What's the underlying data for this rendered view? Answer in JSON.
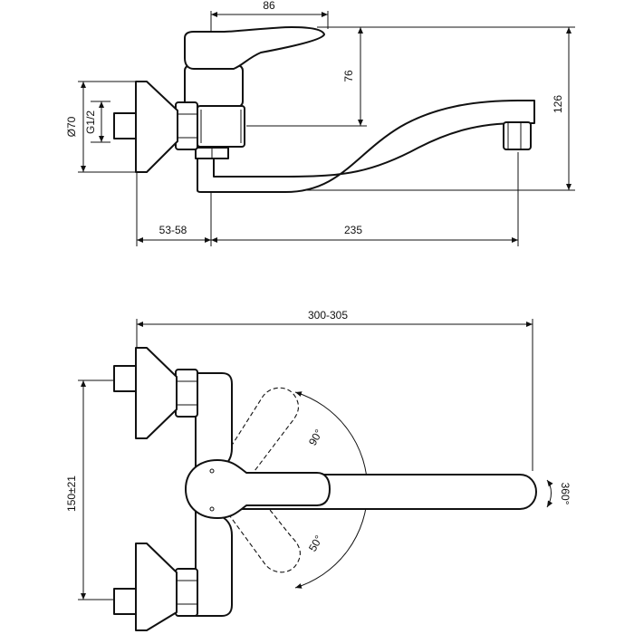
{
  "dimensions": {
    "top_width": "86",
    "handle_height": "76",
    "total_height": "126",
    "flange_dia": "Ø70",
    "thread": "G1/2",
    "wall_offset": "53-58",
    "spout_reach": "235",
    "total_width": "300-305",
    "center_distance": "150±21",
    "angle_up": "90°",
    "angle_down": "50°",
    "rotation": "360°"
  }
}
